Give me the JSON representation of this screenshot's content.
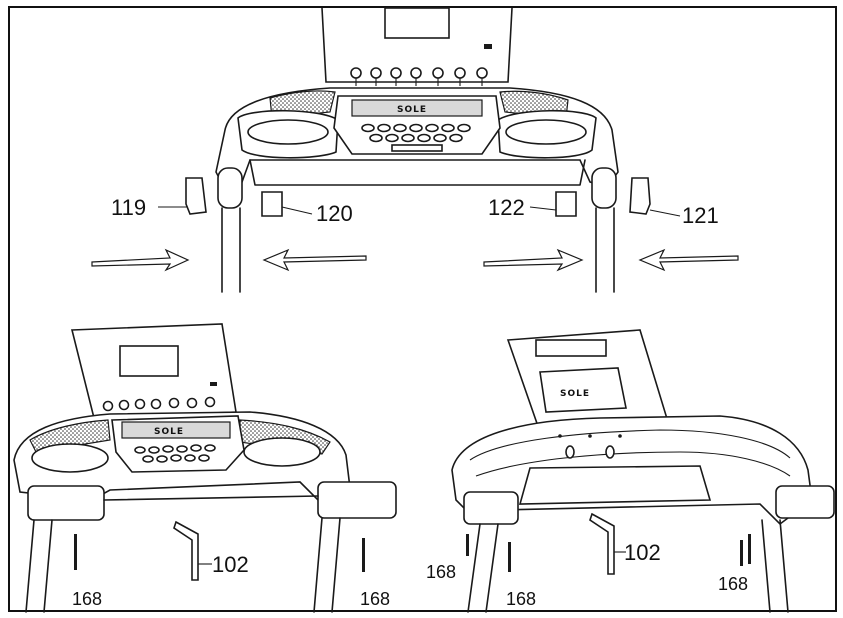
{
  "labels": {
    "p119": "119",
    "p120": "120",
    "p122": "122",
    "p121": "121",
    "p102_left": "102",
    "p102_right": "102",
    "p168_a": "168",
    "p168_b": "168",
    "p168_c": "168",
    "p168_d": "168"
  },
  "logo_text": {
    "top": "SOLE",
    "bottom_left": "SOLE",
    "bottom_right": "SOLE"
  }
}
